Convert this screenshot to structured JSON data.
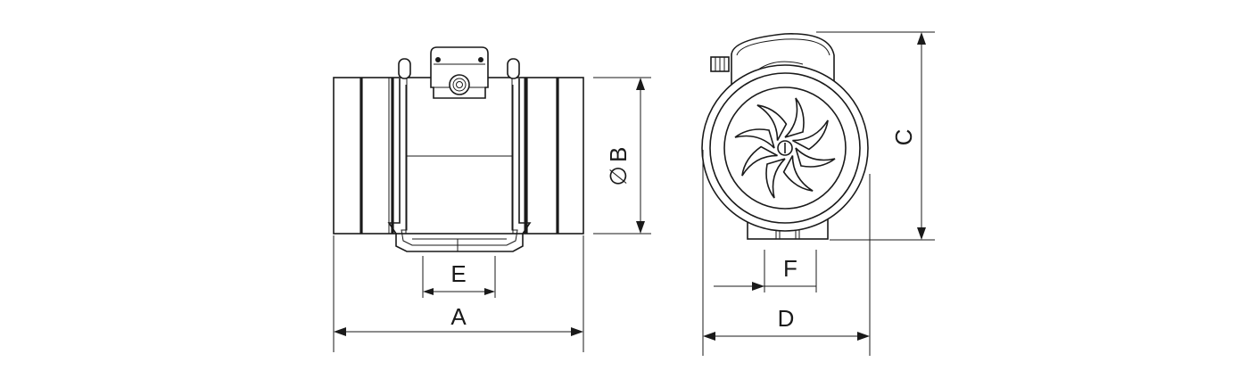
{
  "dimensions": {
    "a": "A",
    "b": "B",
    "c": "C",
    "d": "D",
    "e": "E",
    "f": "F"
  },
  "diameter_symbol": "∅",
  "colors": {
    "line": "#1a1a1a",
    "background": "#ffffff"
  }
}
